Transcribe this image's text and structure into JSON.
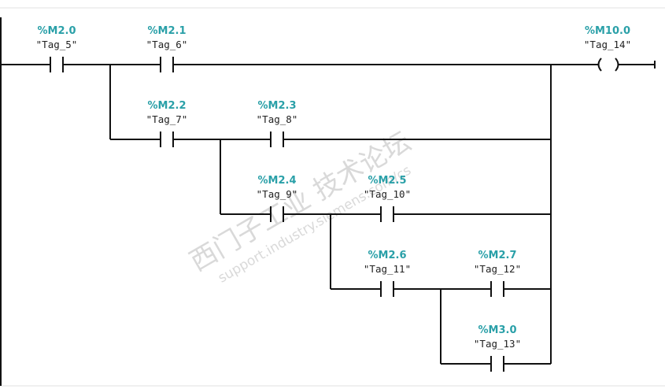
{
  "colors": {
    "wire": "#111111",
    "address": "#2aa0a8",
    "tag": "#222222",
    "watermark": "#d9d9d9",
    "border": "#e2e2e2"
  },
  "contacts": [
    {
      "id": "c1",
      "address": "%M2.0",
      "tag": "\"Tag_5\""
    },
    {
      "id": "c2",
      "address": "%M2.1",
      "tag": "\"Tag_6\""
    },
    {
      "id": "c3",
      "address": "%M2.2",
      "tag": "\"Tag_7\""
    },
    {
      "id": "c4",
      "address": "%M2.3",
      "tag": "\"Tag_8\""
    },
    {
      "id": "c5",
      "address": "%M2.4",
      "tag": "\"Tag_9\""
    },
    {
      "id": "c6",
      "address": "%M2.5",
      "tag": "\"Tag_10\""
    },
    {
      "id": "c7",
      "address": "%M2.6",
      "tag": "\"Tag_11\""
    },
    {
      "id": "c8",
      "address": "%M2.7",
      "tag": "\"Tag_12\""
    },
    {
      "id": "c9",
      "address": "%M3.0",
      "tag": "\"Tag_13\""
    }
  ],
  "coil": {
    "address": "%M10.0",
    "tag": "\"Tag_14\""
  },
  "watermark": {
    "brand": "西门子工业  技术论坛",
    "url": "support.industry.siemens.com/cs"
  }
}
